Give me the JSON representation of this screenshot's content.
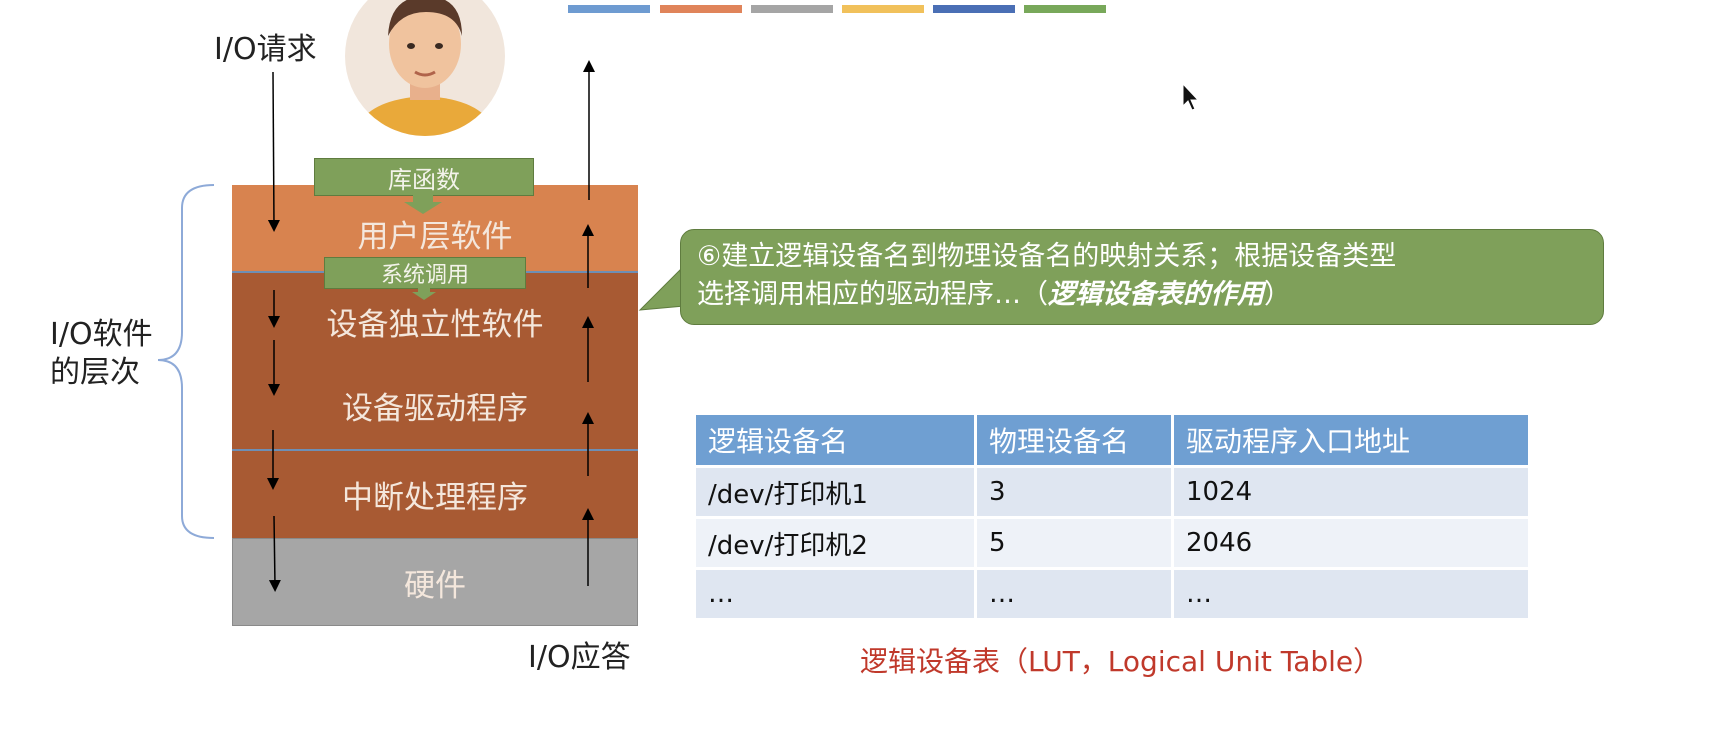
{
  "top_color_bar": [
    "#6e9bd1",
    "#e0845a",
    "#a5a5a5",
    "#f1c15b",
    "#4a6fb5",
    "#78a85a"
  ],
  "labels": {
    "io_request": "I/O请求",
    "io_response": "I/O应答",
    "hierarchy": [
      "I/O软件",
      "的层次"
    ]
  },
  "green_labels": {
    "library": "库函数",
    "syscall": "系统调用"
  },
  "layers": [
    {
      "label": "用户层软件",
      "color": "#d8834f"
    },
    {
      "label": "设备独立性软件",
      "color": "#a85a33"
    },
    {
      "label": "设备驱动程序",
      "color": "#a85a33"
    },
    {
      "label": "中断处理程序",
      "color": "#a85a33"
    },
    {
      "label": "硬件",
      "color": "#a6a6a6"
    }
  ],
  "callout": {
    "line1": "⑥建立逻辑设备名到物理设备名的映射关系；根据设备类型",
    "line2_prefix": "选择调用相应的驱动程序…（",
    "line2_emph": "逻辑设备表的作用",
    "line2_suffix": "）"
  },
  "table": {
    "headers": [
      "逻辑设备名",
      "物理设备名",
      "驱动程序入口地址"
    ],
    "rows": [
      [
        "/dev/打印机1",
        "3",
        "1024"
      ],
      [
        "/dev/打印机2",
        "5",
        "2046"
      ],
      [
        "…",
        "…",
        "…"
      ]
    ],
    "caption": "逻辑设备表（LUT，Logical Unit Table）"
  }
}
